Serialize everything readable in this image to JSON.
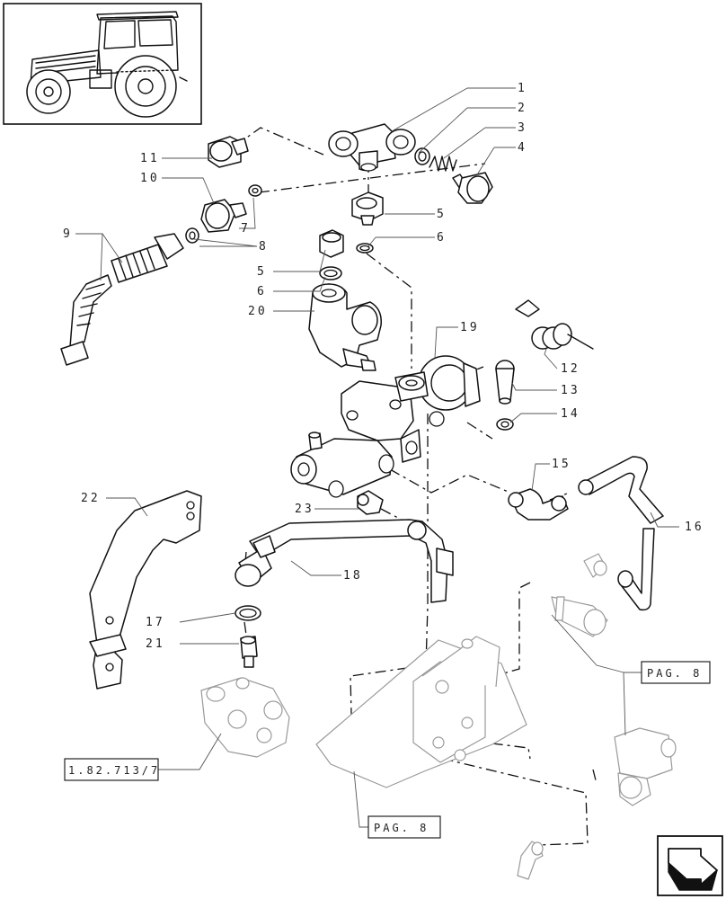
{
  "diagram": {
    "callouts": [
      {
        "id": "c1",
        "label": "1"
      },
      {
        "id": "c2",
        "label": "2"
      },
      {
        "id": "c3",
        "label": "3"
      },
      {
        "id": "c4",
        "label": "4"
      },
      {
        "id": "c5a",
        "label": "5"
      },
      {
        "id": "c6a",
        "label": "6"
      },
      {
        "id": "c5b",
        "label": "5"
      },
      {
        "id": "c6b",
        "label": "6"
      },
      {
        "id": "c7",
        "label": "7"
      },
      {
        "id": "c8",
        "label": "8"
      },
      {
        "id": "c9",
        "label": "9"
      },
      {
        "id": "c10",
        "label": "10"
      },
      {
        "id": "c11",
        "label": "11"
      },
      {
        "id": "c12",
        "label": "12"
      },
      {
        "id": "c13",
        "label": "13"
      },
      {
        "id": "c14",
        "label": "14"
      },
      {
        "id": "c15",
        "label": "15"
      },
      {
        "id": "c16",
        "label": "16"
      },
      {
        "id": "c17",
        "label": "17"
      },
      {
        "id": "c18",
        "label": "18"
      },
      {
        "id": "c19",
        "label": "19"
      },
      {
        "id": "c20",
        "label": "20"
      },
      {
        "id": "c21",
        "label": "21"
      },
      {
        "id": "c22",
        "label": "22"
      },
      {
        "id": "c23",
        "label": "23"
      }
    ],
    "references": {
      "pag_right": "PAG. 8",
      "pag_bottom": "PAG. 8",
      "part_ref": "1.82.713/7"
    },
    "icons": {
      "thumbnail": "tractor-thumbnail-icon",
      "nav": "next-page-arrow-icon"
    }
  }
}
